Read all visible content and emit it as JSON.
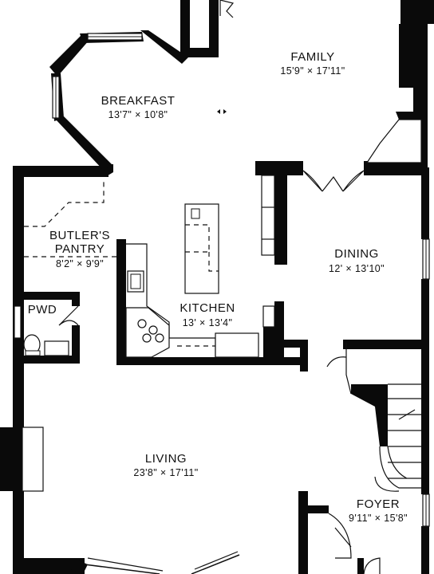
{
  "rooms": {
    "family": {
      "name": "FAMILY",
      "dims": "15'9\" × 17'11\""
    },
    "breakfast": {
      "name": "BREAKFAST",
      "dims": "13'7\" × 10'8\""
    },
    "butlers_pantry_line1": {
      "name": "BUTLER'S"
    },
    "butlers_pantry_line2": {
      "name": "PANTRY",
      "dims": "8'2\" × 9'9\""
    },
    "dining": {
      "name": "DINING",
      "dims": "12' × 13'10\""
    },
    "pwd": {
      "name": "PWD"
    },
    "kitchen": {
      "name": "KITCHEN",
      "dims": "13' × 13'4\""
    },
    "living": {
      "name": "LIVING",
      "dims": "23'8\" × 17'11\""
    },
    "foyer": {
      "name": "FOYER",
      "dims": "9'11\" × 15'8\""
    }
  },
  "colors": {
    "wall": "#0a0a0a",
    "background": "#ffffff"
  }
}
